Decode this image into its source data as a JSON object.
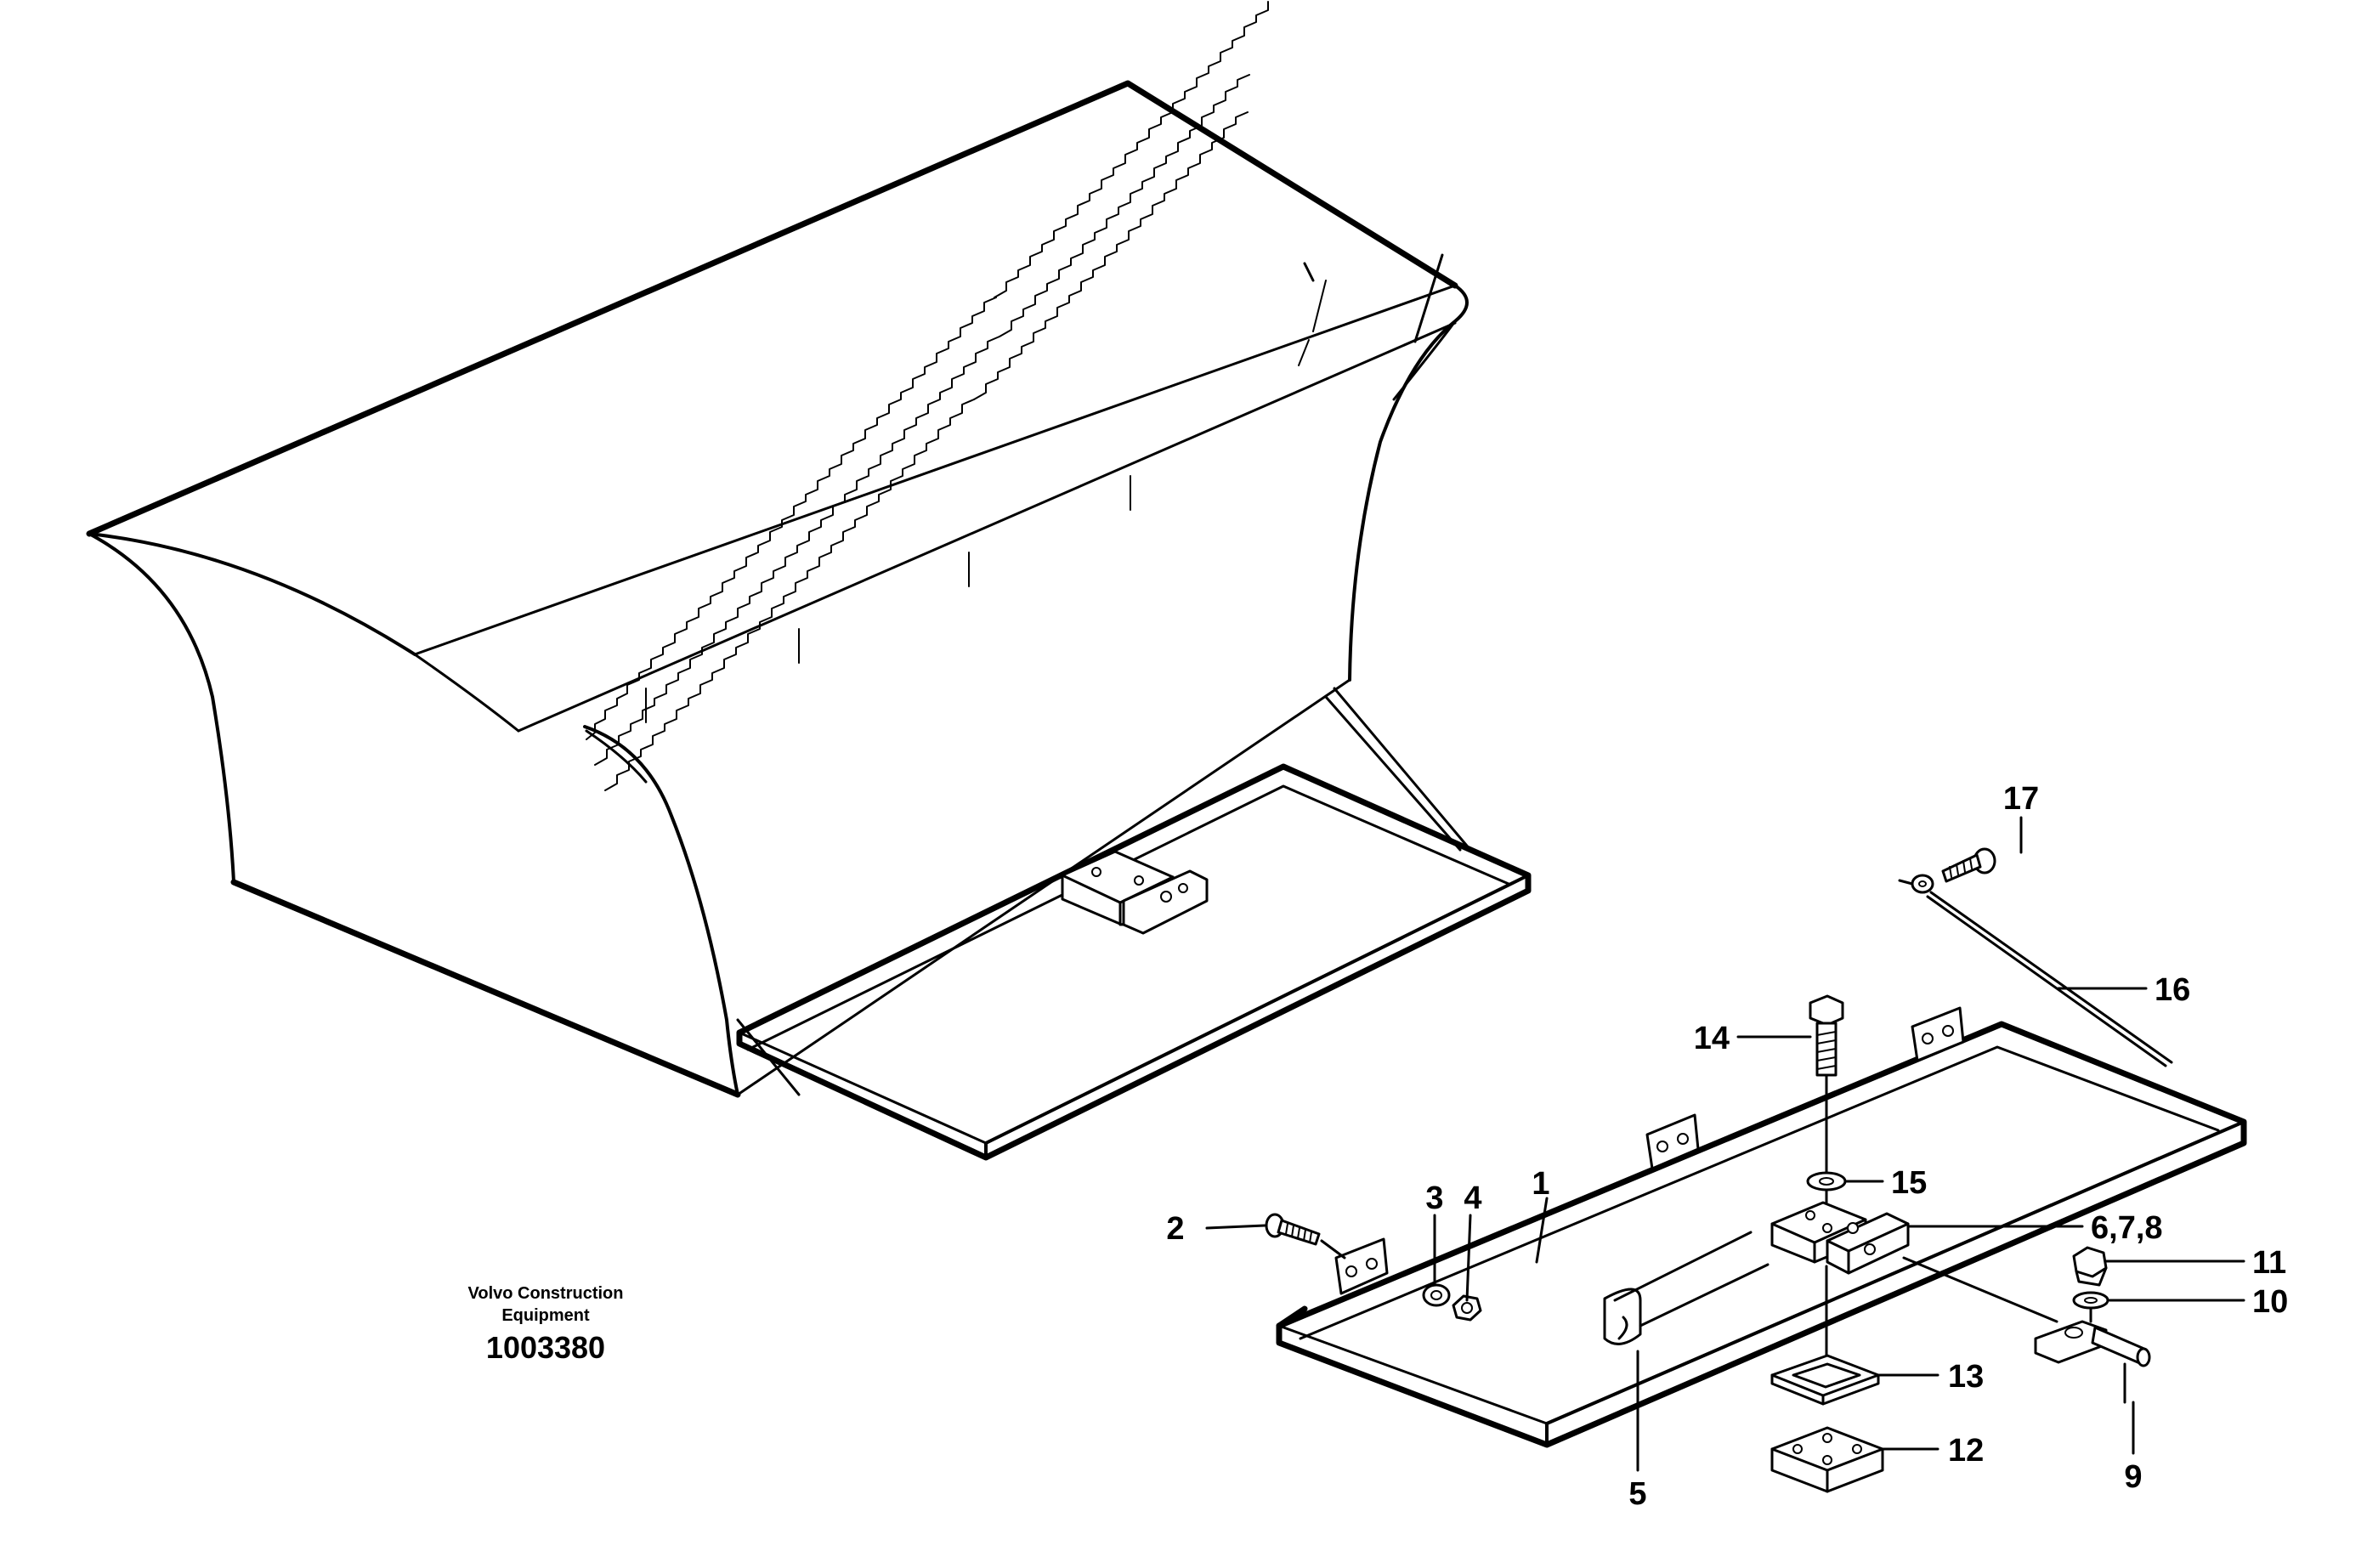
{
  "watermark": {
    "line1": "Volvo Construction",
    "line2": "Equipment",
    "number": "1003380"
  },
  "callouts": [
    {
      "id": "c1",
      "label": "1"
    },
    {
      "id": "c2",
      "label": "2"
    },
    {
      "id": "c3",
      "label": "3"
    },
    {
      "id": "c4",
      "label": "4"
    },
    {
      "id": "c5",
      "label": "5"
    },
    {
      "id": "c678",
      "label": "6,7,8"
    },
    {
      "id": "c9",
      "label": "9"
    },
    {
      "id": "c10",
      "label": "10"
    },
    {
      "id": "c11",
      "label": "11"
    },
    {
      "id": "c12",
      "label": "12"
    },
    {
      "id": "c13",
      "label": "13"
    },
    {
      "id": "c14",
      "label": "14"
    },
    {
      "id": "c15",
      "label": "15"
    },
    {
      "id": "c16",
      "label": "16"
    },
    {
      "id": "c17",
      "label": "17"
    }
  ]
}
